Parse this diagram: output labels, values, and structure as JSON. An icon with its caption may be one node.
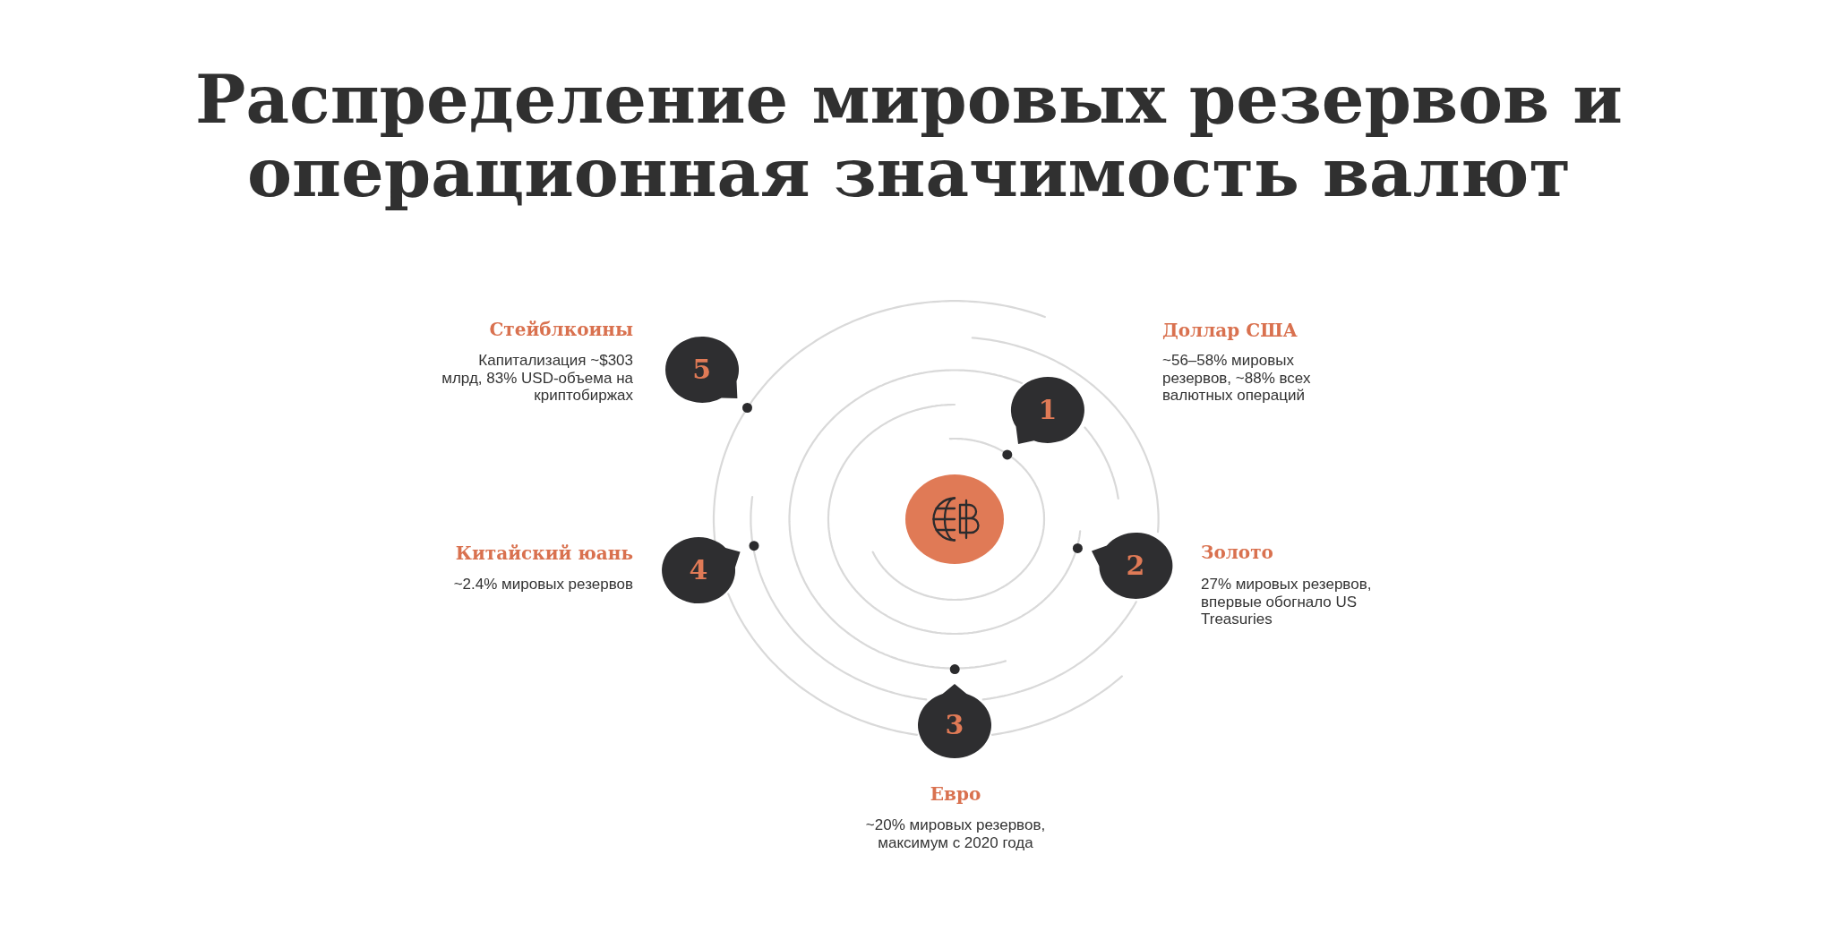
{
  "diagram": {
    "title": "Распределение мировых резервов и операционная значимость валют",
    "nodes": [
      {
        "text": [],
        "shape": "circle"
      },
      {
        "text": [
          "1"
        ],
        "beside": [
          "Доллар США",
          "~56–58% мировых резервов, ~88% всех валютных операций"
        ]
      },
      {
        "text": [
          "2"
        ],
        "beside": [
          "Золото",
          "27% мировых резервов, впервые обогнало US Treasuries"
        ]
      },
      {
        "text": [
          "3"
        ],
        "beside": [
          "Евро",
          "~20% мировых резервов, максимум с 2020 года"
        ]
      },
      {
        "text": [
          "4"
        ],
        "beside": [
          "Китайский юань",
          "~2.4% мировых резервов"
        ]
      },
      {
        "text": [
          "5"
        ],
        "beside": [
          "Стейблкоины",
          "Капитализация ~$303 млрд, 83% USD-объема на криптобиржах"
        ]
      }
    ]
  }
}
